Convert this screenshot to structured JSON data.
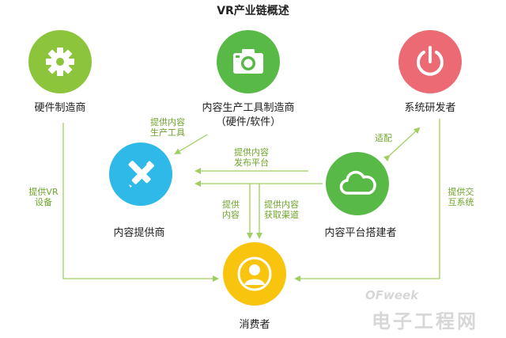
{
  "title": "VR产业链概述",
  "colors": {
    "green": "#8cc53c",
    "teal": "#58b947",
    "blue": "#2fb9e8",
    "pink": "#ec6a74",
    "yellow": "#f8c40d",
    "arrow": "#9fcf62",
    "label": "#6fa52a"
  },
  "nodes": {
    "hardware": {
      "label": "硬件制造商",
      "icon": "gear-icon"
    },
    "content_tools": {
      "label_line1": "内容生产工具制造商",
      "label_line2": "（硬件/软件）",
      "icon": "camera-icon"
    },
    "system": {
      "label": "系统研发者",
      "icon": "power-icon"
    },
    "content_provider": {
      "label": "内容提供商",
      "icon": "pencil-brush-icon"
    },
    "platform": {
      "label": "内容平台搭建者",
      "icon": "cloud-icon"
    },
    "consumer": {
      "label": "消费者",
      "icon": "user-icon"
    }
  },
  "edges": {
    "tools_to_provider": {
      "line1": "提供内容",
      "line2": "生产工具"
    },
    "platform_to_provider": {
      "line1": "提供内容",
      "line2": "发布平台"
    },
    "system_platform": {
      "line1": "适配"
    },
    "hardware_to_consumer": {
      "line1": "提供VR",
      "line2": "设备"
    },
    "provider_to_consumer": {
      "line1": "提供",
      "line2": "内容"
    },
    "platform_to_consumer": {
      "line1": "提供内容",
      "line2": "获取渠道"
    },
    "system_to_consumer": {
      "line1": "提供交",
      "line2": "互系统"
    }
  },
  "watermark": {
    "brand": "OFweek",
    "site": "电子工程网"
  }
}
